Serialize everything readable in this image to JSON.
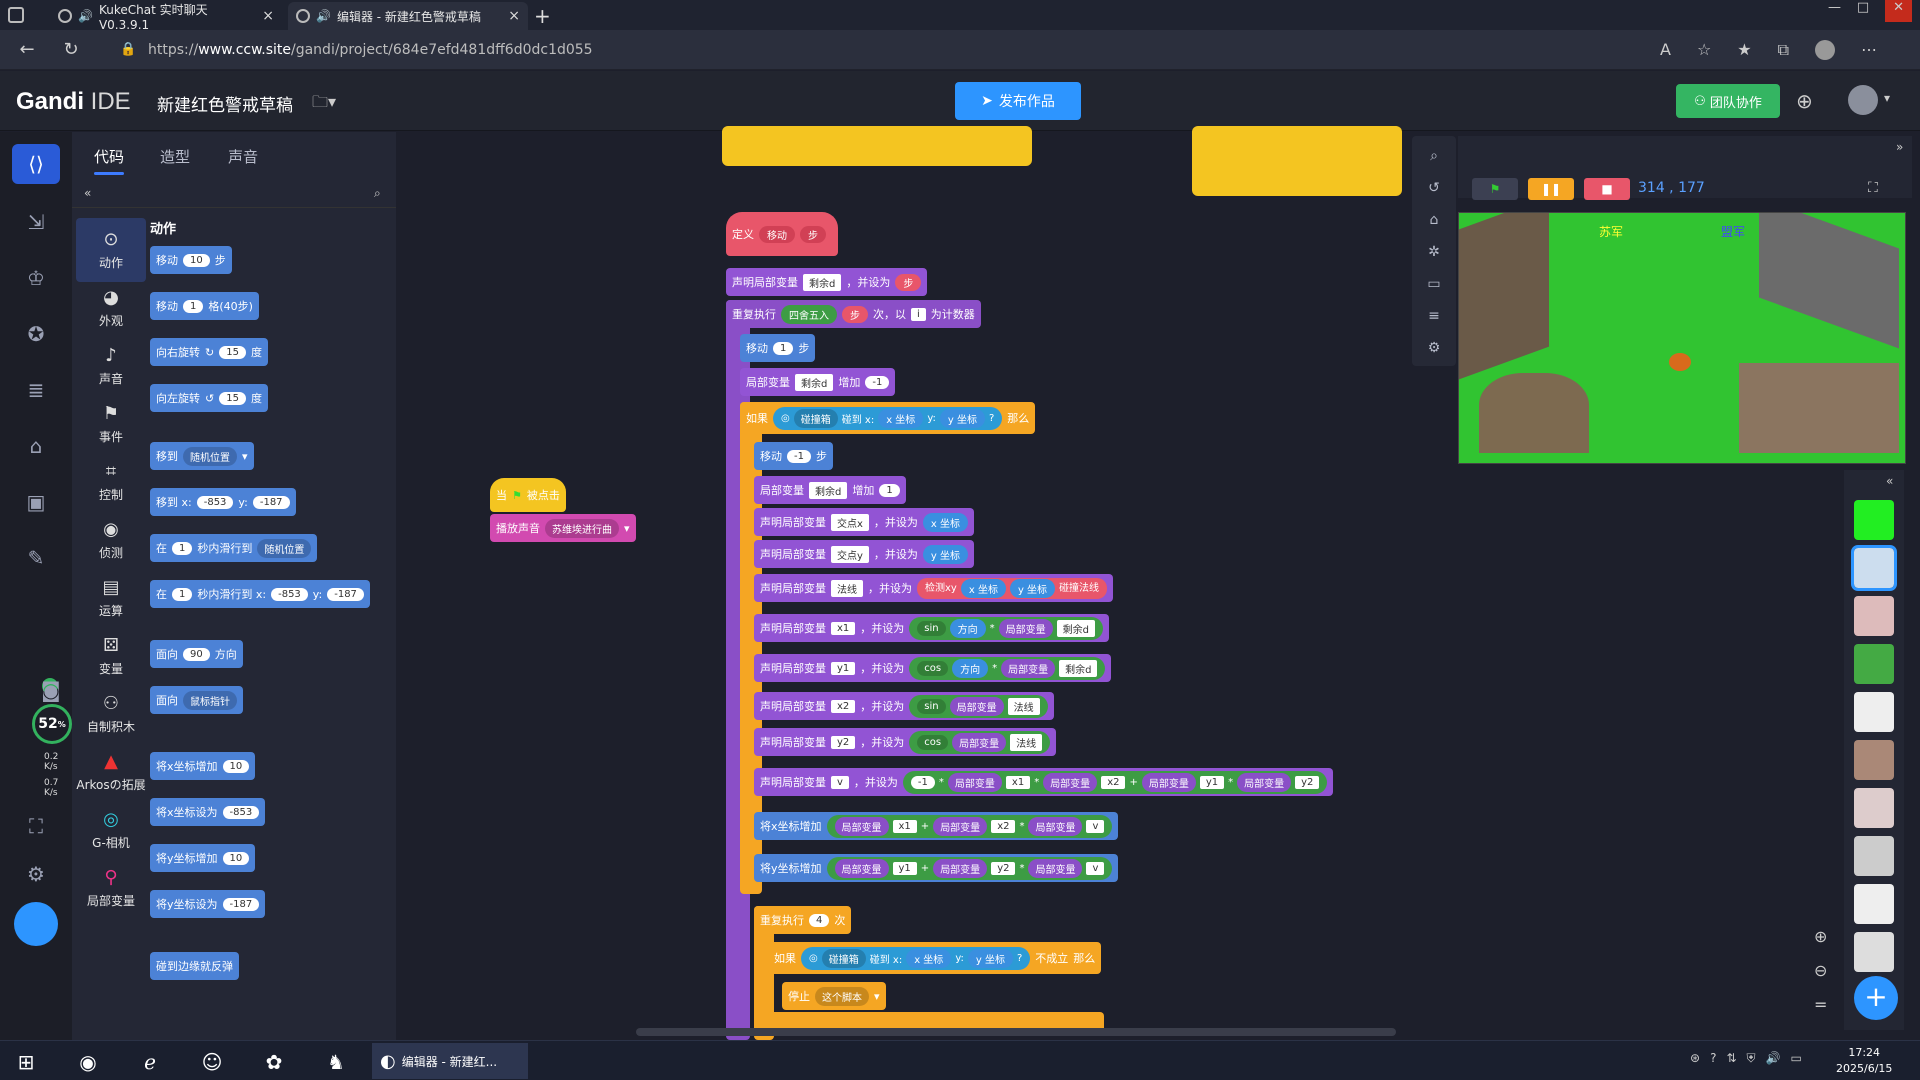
{
  "browser": {
    "tabs": [
      {
        "title": "KukeChat 实时聊天 V0.3.9.1",
        "active": false
      },
      {
        "title": "编辑器 - 新建红色警戒草稿",
        "active": true
      }
    ],
    "new_tab": "+",
    "url_prefix": "https://",
    "url_host": "www.ccw.site",
    "url_path": "/gandi/project/684e7efd481dff6d0dc1d055"
  },
  "header": {
    "logo_bold": "Gandi",
    "logo_light": " IDE",
    "project_name": "新建红色警戒草稿",
    "publish_label": "发布作品",
    "team_label": "团队协作"
  },
  "palette": {
    "tabs": [
      "代码",
      "造型",
      "声音"
    ],
    "section_title": "动作",
    "categories": [
      "动作",
      "外观",
      "声音",
      "事件",
      "控制",
      "侦测",
      "运算",
      "变量",
      "自制积木",
      "Arkosの拓展",
      "G-相机",
      "局部变量"
    ],
    "blocks": {
      "move": "移动",
      "move_val": "10",
      "steps": "步",
      "move_w": "移动",
      "move_w_val": "1",
      "move_w_unit": "格(40步)",
      "turn_r": "向右旋转",
      "turn_r_val": "15",
      "deg": "度",
      "turn_l": "向左旋转",
      "turn_l_val": "15",
      "goto": "移到",
      "goto_opt": "随机位置",
      "gotoxy": "移到 x:",
      "gotoxy_x": "-853",
      "gotoxy_y_label": "y:",
      "gotoxy_y": "-187",
      "glide_in": "在",
      "glide_val": "1",
      "glide_to": "秒内滑行到",
      "glide_opt": "随机位置",
      "glide2_val": "1",
      "glide2_to": "秒内滑行到 x:",
      "glide2_x": "-853",
      "glide2_y_label": "y:",
      "glide2_y": "-187",
      "point": "面向",
      "point_val": "90",
      "dir": "方向",
      "point2": "面向",
      "point2_opt": "鼠标指针",
      "chx": "将x坐标增加",
      "chx_val": "10",
      "setx": "将x坐标设为",
      "setx_val": "-853",
      "chy": "将y坐标增加",
      "chy_val": "10",
      "sety": "将y坐标设为",
      "sety_val": "-187",
      "bounce": "碰到边缘就反弹"
    }
  },
  "rail_stats": {
    "percent": "52",
    "percent_unit": "%",
    "up": "0.2",
    "up_unit": "K/s",
    "down": "0.7",
    "down_unit": "K/s"
  },
  "workspace": {
    "hat_when": "当",
    "hat_clicked": "被点击",
    "play_sound": "播放声音",
    "sound_name": "苏维埃进行曲",
    "define": "定义",
    "define_name": "移动",
    "define_arg": "步",
    "declare": "声明局部变量",
    "and_set": "，并设为",
    "var_remain": "剩余d",
    "step_arg": "步",
    "repeat": "重复执行",
    "round_op": "四舍五入",
    "repeat_times": "次，以",
    "var_i": "i",
    "as_counter": "为计数器",
    "move": "移动",
    "move_1": "1",
    "steps": "步",
    "local_var": "局部变量",
    "increase": "增加",
    "neg1": "-1",
    "one": "1",
    "if": "如果",
    "touching": "碰撞箱",
    "touch_at": "碰到 x:",
    "x_pos": "x 坐标",
    "y_label": "y:",
    "y_pos": "y 坐标",
    "q": "?",
    "then": "那么",
    "move_neg": "-1",
    "var_cx": "交点x",
    "var_cy": "交点y",
    "var_normal": "法线",
    "detect": "检测xy",
    "get_normal": "碰撞法线",
    "var_x1": "x1",
    "var_y1": "y1",
    "var_x2": "x2",
    "var_y2": "y2",
    "var_v": "v",
    "sin": "sin",
    "cos": "cos",
    "direction": "方向",
    "times": "*",
    "plus": "+",
    "chx": "将x坐标增加",
    "chy": "将y坐标增加",
    "repeat4": "重复执行",
    "four": "4",
    "times_label": "次",
    "not_true": "不成立",
    "stop": "停止",
    "this_script": "这个脚本"
  },
  "stage": {
    "coords": "314 , 177",
    "label_su": "苏军",
    "label_al": "盟军"
  },
  "taskbar": {
    "active_window": "编辑器 - 新建红...",
    "time": "17:24",
    "date": "2025/6/15"
  }
}
